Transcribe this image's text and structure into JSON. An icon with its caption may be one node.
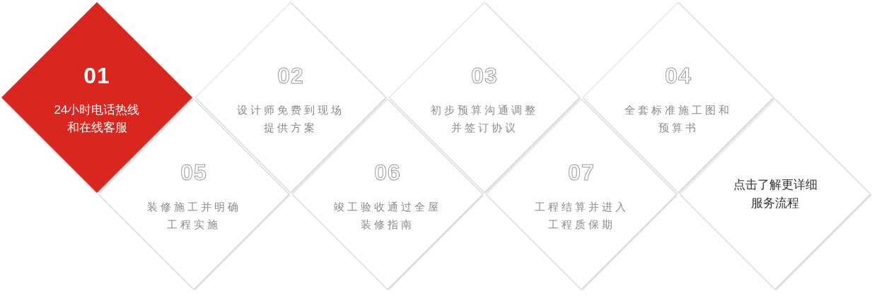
{
  "diagram": {
    "nodes": [
      {
        "text": [
          "01",
          "24小时电话热线和在线客服"
        ]
      },
      {
        "text": [
          "02",
          "设计师免费到现场提供方案"
        ]
      },
      {
        "text": [
          "03",
          "初步预算沟通调整并签订协议"
        ]
      },
      {
        "text": [
          "04",
          "全套标准施工图和预算书"
        ]
      },
      {
        "text": [
          "05",
          "装修施工并明确工程实施"
        ]
      },
      {
        "text": [
          "06",
          "竣工验收通过全屋装修指南"
        ]
      },
      {
        "text": [
          "07",
          "工程结算并进入工程质保期"
        ]
      },
      {
        "text": [
          "点击了解更详细服务流程"
        ]
      }
    ]
  }
}
